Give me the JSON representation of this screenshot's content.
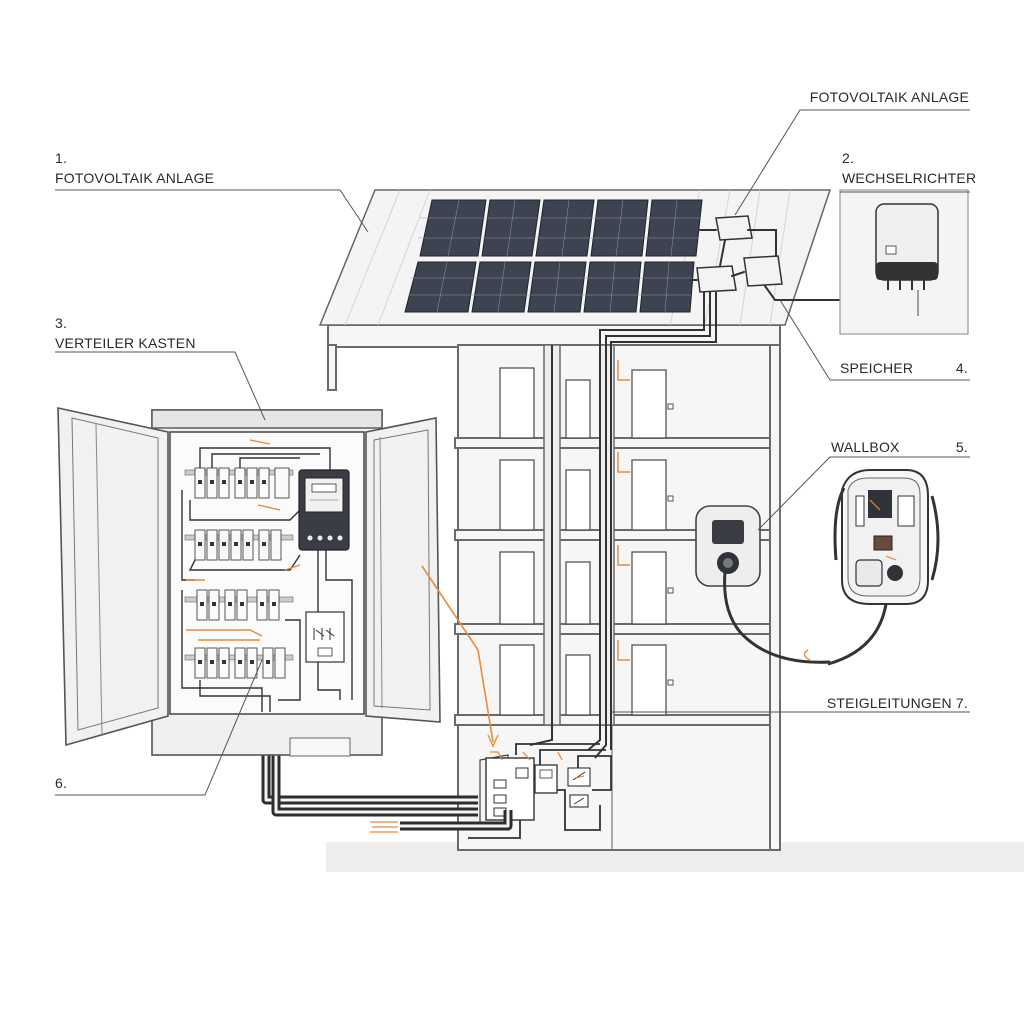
{
  "labels": {
    "fotovoltaik_top": "FOTOVOLTAIK ANLAGE",
    "n1": "1.",
    "fotovoltaik_left": "FOTOVOLTAIK ANLAGE",
    "n2": "2.",
    "wechselrichter": "WECHSELRICHTER",
    "n3": "3.",
    "verteiler": "VERTEILER KASTEN",
    "speicher": "SPEICHER",
    "n4": "4.",
    "wallbox": "WALLBOX",
    "n5": "5.",
    "n6": "6.",
    "steigleitungen": "STEIGLEITUNGEN 7."
  },
  "colors": {
    "accent_orange": "#e88a3a",
    "panel_dark": "#3d4350",
    "line_gray": "#555555"
  }
}
